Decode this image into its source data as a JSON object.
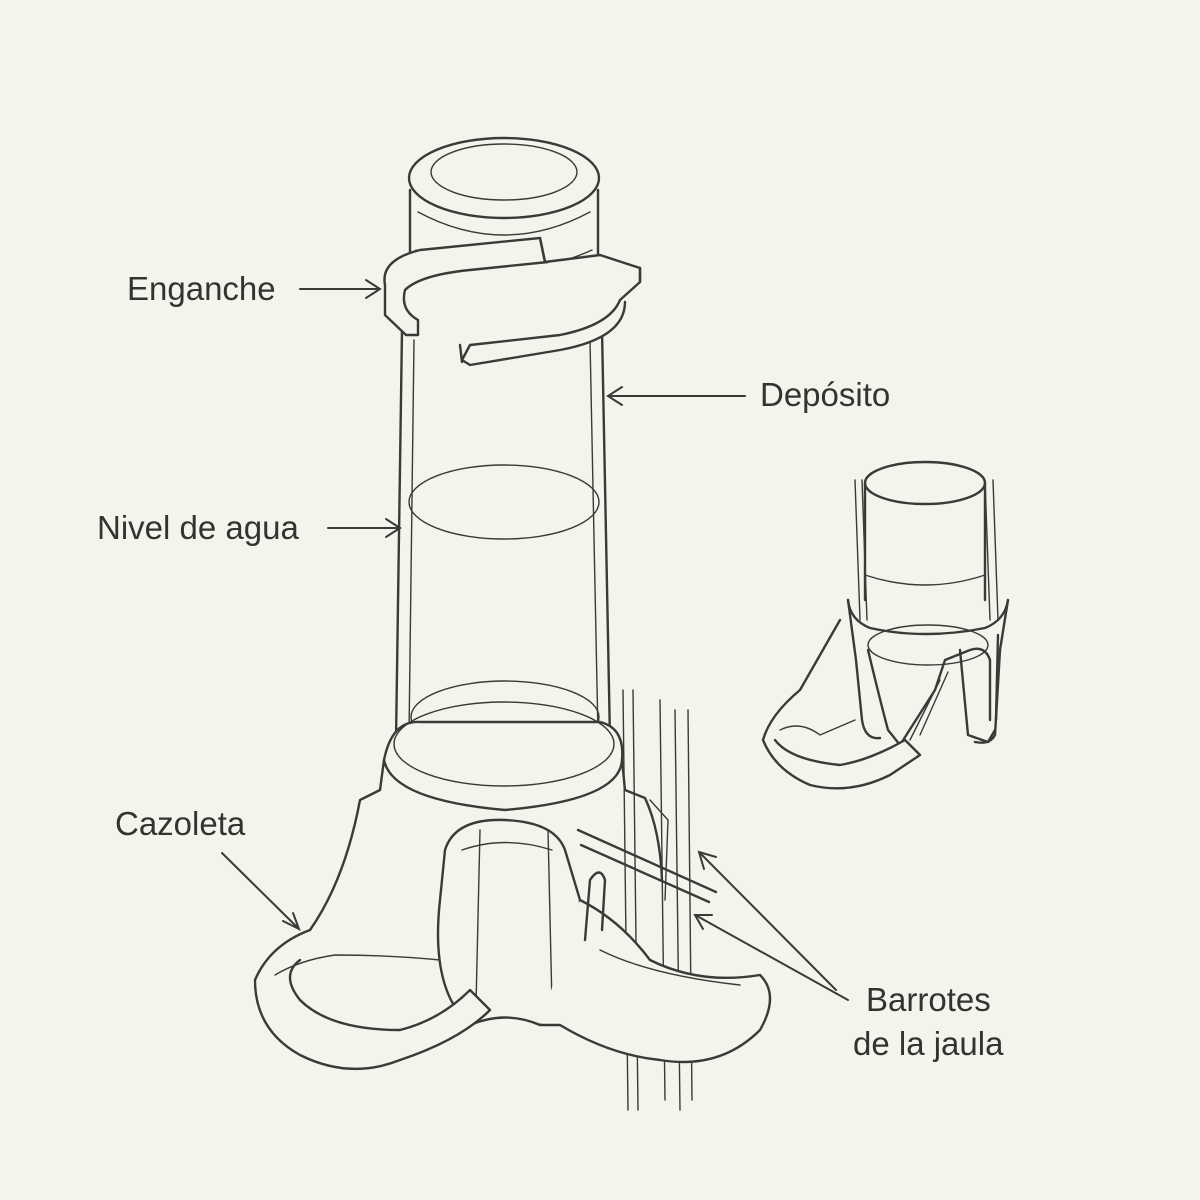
{
  "labels": {
    "enganche": "Enganche",
    "deposito": "Depósito",
    "nivel_agua": "Nivel de agua",
    "cazoleta": "Cazoleta",
    "barrotes_line1": "Barrotes",
    "barrotes_line2": "de la jaula"
  },
  "colors": {
    "background": "#f4f3ec",
    "ink": "#3a3a38",
    "text": "#333331"
  }
}
